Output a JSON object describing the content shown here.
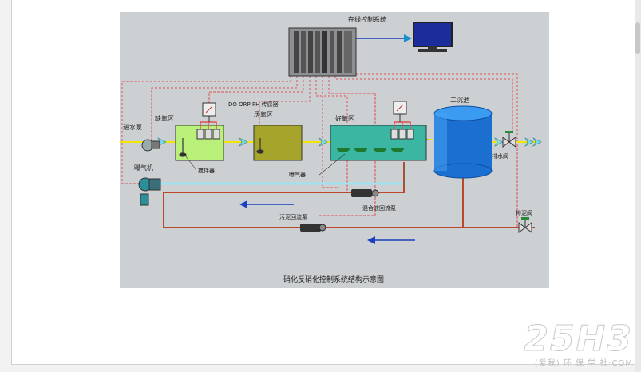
{
  "diagram": {
    "labels": {
      "control_system": "在线控制系统",
      "instruments": "DO ORP PH 传感器",
      "anoxic_zone": "缺氧区",
      "anaerobic_zone": "厌氧区",
      "aerobic_zone": "好氧区",
      "secondary_clarifier": "二沉池",
      "inlet_pump": "进水泵",
      "blower": "曝气机",
      "mixer": "搅拌器",
      "aerator": "曝气器",
      "drain_valve": "排水阀",
      "mixed_liquor_pump": "混合液回流泵",
      "sludge_return_pump": "污泥回流泵",
      "sludge_valve": "排泥阀",
      "caption": "硝化反硝化控制系统结构示意图"
    },
    "colors": {
      "water_line": "#f2e600",
      "air_line": "#9fe3f0",
      "sludge_line": "#b84a2a",
      "signal_line": "#e05050",
      "control_line": "#1a3fbf",
      "tank_anoxic": "#b8f07a",
      "tank_anaerobic": "#a6a42a",
      "tank_aerobic": "#3bb6a3",
      "clarifier": "#1a6fd0"
    }
  },
  "watermark": {
    "logo": "25H3",
    "subtitle": "(爱我) 环 保 学 社·COM"
  }
}
